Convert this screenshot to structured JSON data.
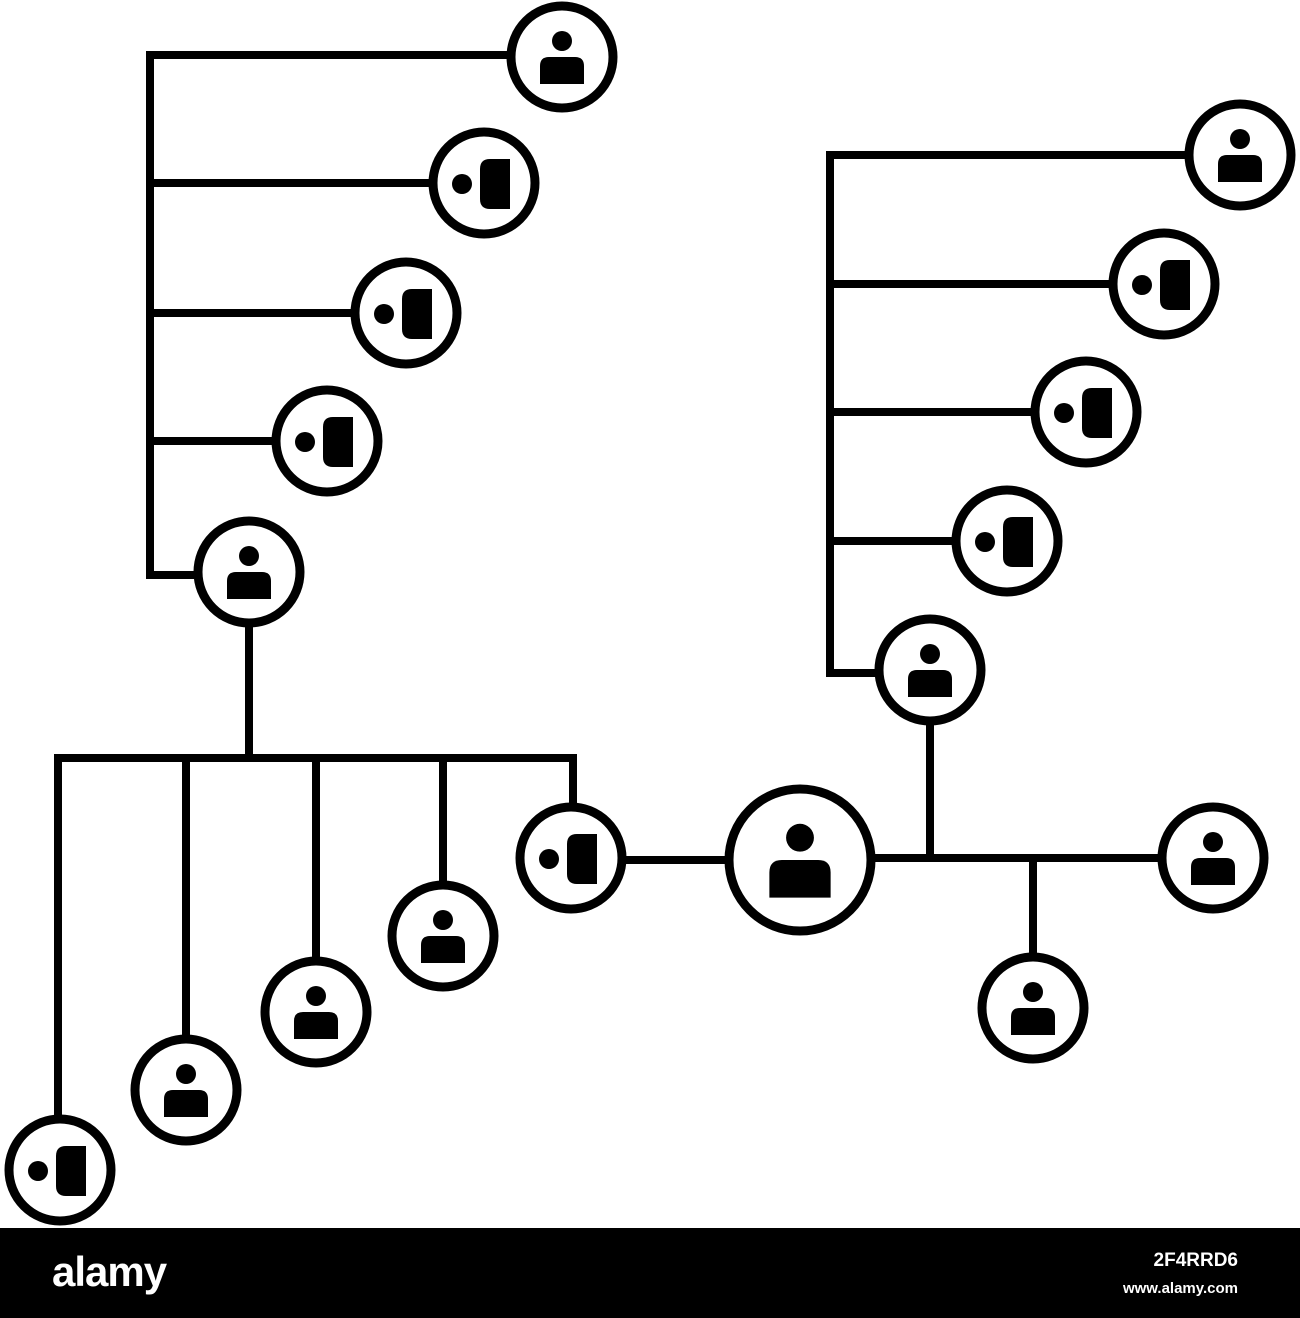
{
  "banner": {
    "brand": "alamy",
    "image_id": "2F4RRD6",
    "site": "www.alamy.com",
    "background": "#000000",
    "text_color": "#ffffff"
  },
  "diagram": {
    "line_color": "#000000",
    "background": "#ffffff",
    "node_icons": [
      "person-icon",
      "two-person-icon"
    ]
  }
}
